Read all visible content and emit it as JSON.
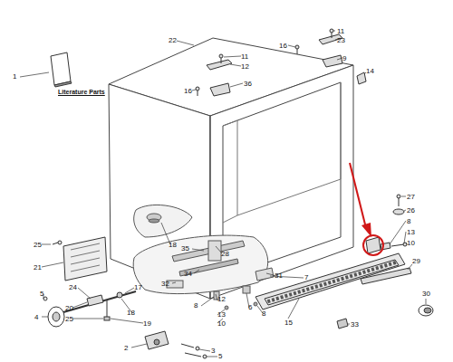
{
  "diagram": {
    "labels": [
      "1",
      "Literature Parts",
      "22",
      "11",
      "12",
      "16",
      "36",
      "16",
      "11",
      "23",
      "9",
      "14",
      "27",
      "26",
      "8",
      "13",
      "10",
      "29",
      "30",
      "18",
      "35",
      "28",
      "34",
      "32",
      "31",
      "7",
      "8",
      "12",
      "13",
      "10",
      "6",
      "8",
      "15",
      "33",
      "25",
      "21",
      "5",
      "4",
      "24",
      "17",
      "20",
      "25",
      "18",
      "19",
      "2",
      "3",
      "5"
    ]
  }
}
